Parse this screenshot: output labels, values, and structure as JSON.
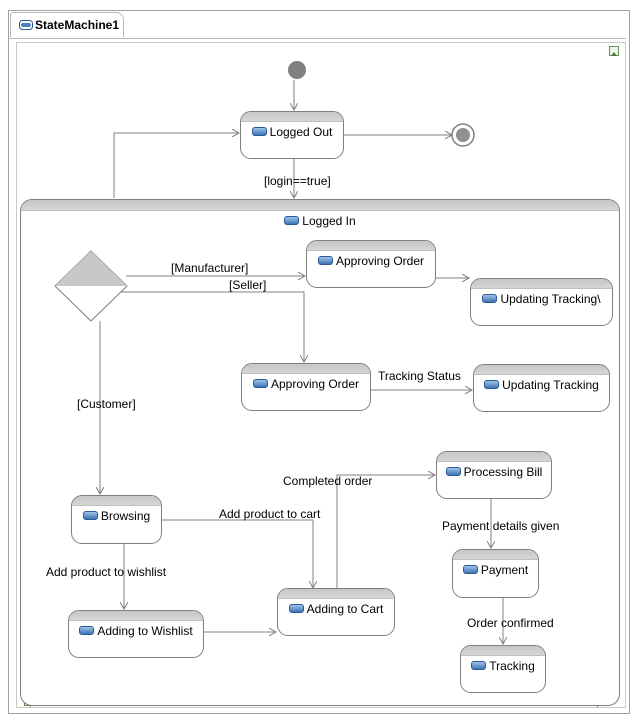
{
  "diagram": {
    "title": "StateMachine1",
    "colors": {
      "header": "#c6c6c6",
      "border": "#7f7f7f",
      "wire": "#808080",
      "initial": "#808080"
    },
    "composite_state": {
      "label": "Logged In"
    },
    "states": {
      "logged_out": "Logged Out",
      "approving_order_manufacturer": "Approving Order",
      "updating_tracking_manufacturer": "Updating Tracking\\",
      "approving_order_seller": "Approving Order",
      "updating_tracking_seller": "Updating Tracking",
      "browsing": "Browsing",
      "adding_to_wishlist": "Adding to Wishlist",
      "adding_to_cart": "Adding to Cart",
      "processing_bill": "Processing Bill",
      "payment": "Payment",
      "tracking": "Tracking"
    },
    "transitions": {
      "login": "[login==true]",
      "manufacturer": "[Manufacturer]",
      "seller": "[Seller]",
      "customer": "[Customer]",
      "tracking_status": "Tracking Status",
      "completed_order": "Completed order",
      "add_product_to_cart": "Add product to cart",
      "add_product_to_wishlist": "Add product to wishlist",
      "payment_details_given": "Payment details given",
      "order_confirmed": "Order confirmed"
    }
  }
}
